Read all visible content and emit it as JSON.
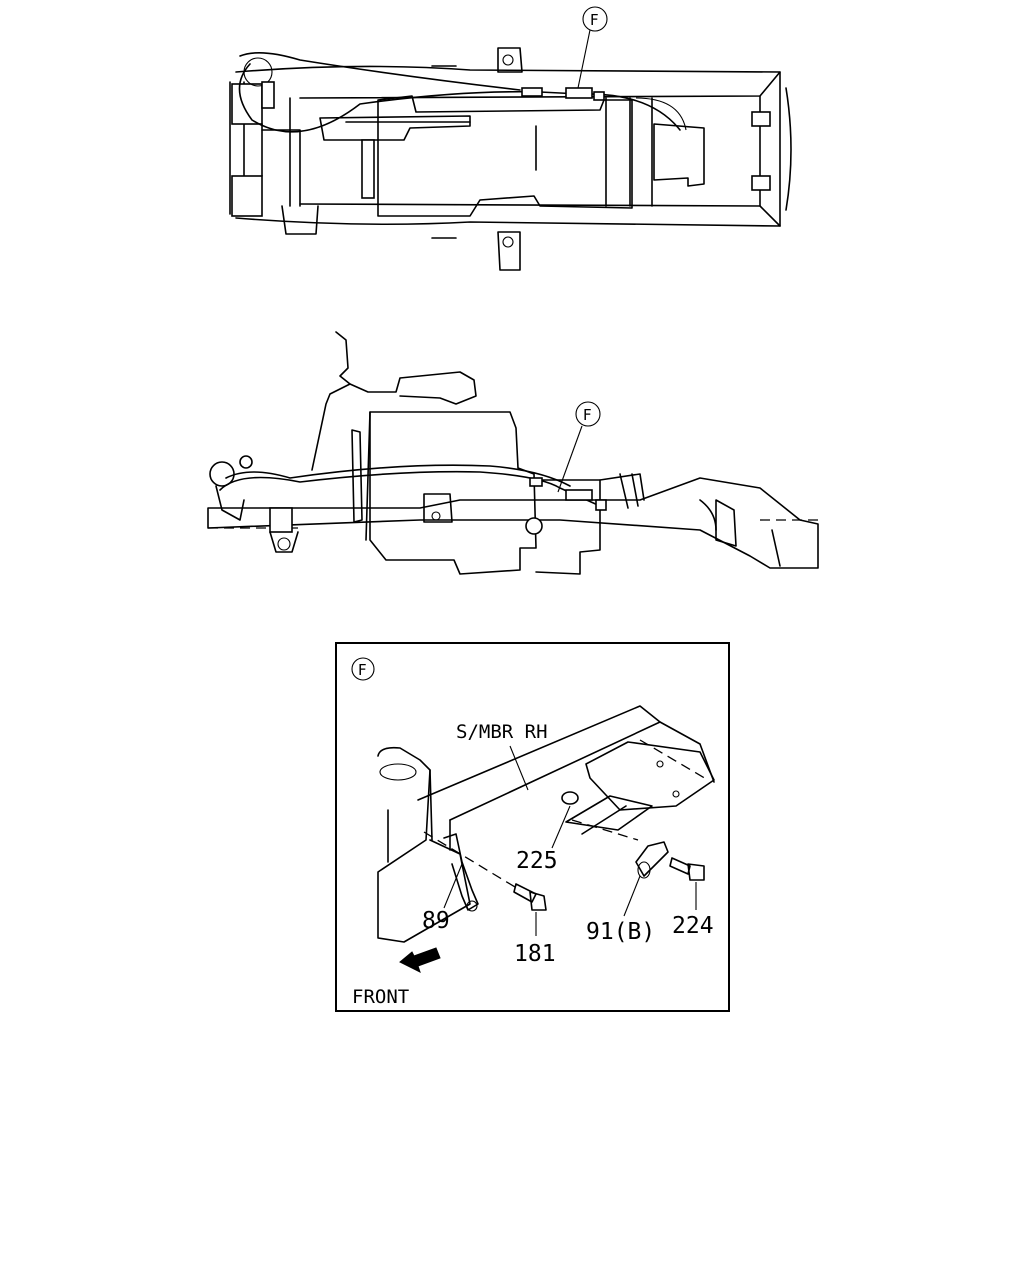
{
  "callouts": {
    "top_view": "F",
    "side_view": "F",
    "detail": "F"
  },
  "detail": {
    "member_label": "S/MBR RH",
    "parts": {
      "p225": "225",
      "p89": "89",
      "p181": "181",
      "p91b": "91(B)",
      "p224": "224"
    },
    "direction_label": "FRONT"
  }
}
